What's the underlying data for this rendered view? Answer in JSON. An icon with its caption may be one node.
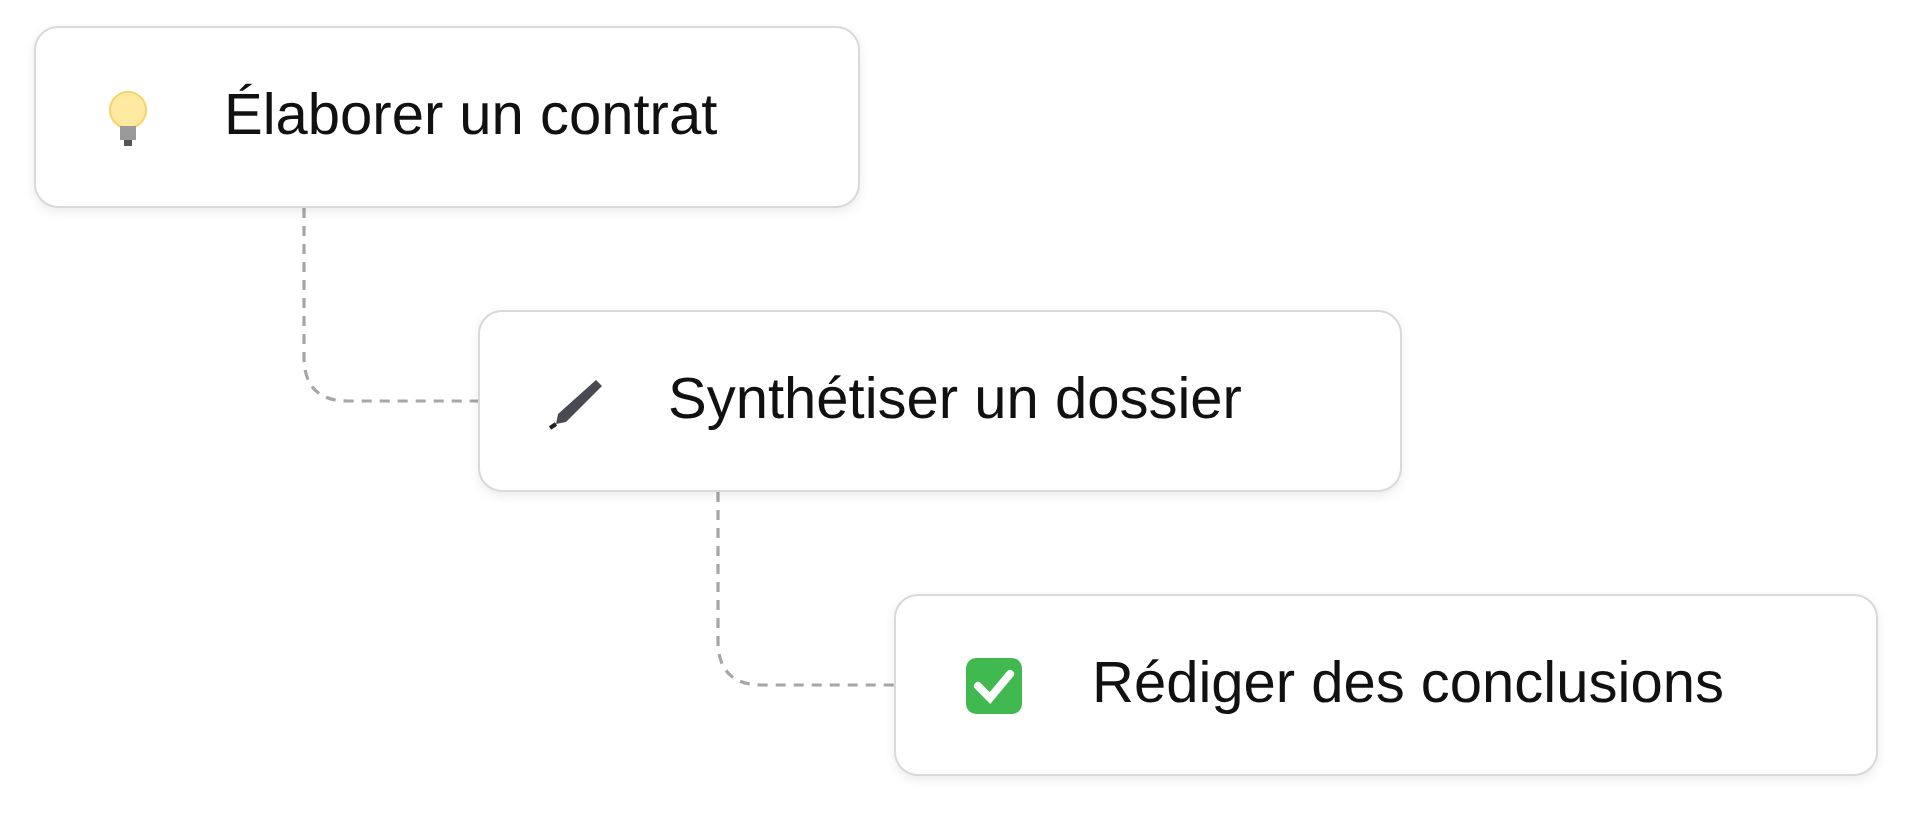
{
  "diagram": {
    "nodes": [
      {
        "text": [
          "Élaborer un contrat"
        ]
      },
      {
        "text": [
          "Synthétiser un dossier"
        ]
      },
      {
        "text": [
          "Rédiger des conclusions"
        ]
      }
    ],
    "edges": [
      {
        "from": 0,
        "to": 1,
        "arrow": "none",
        "style": "dashed"
      },
      {
        "from": 1,
        "to": 2,
        "arrow": "none",
        "style": "dashed"
      }
    ]
  }
}
